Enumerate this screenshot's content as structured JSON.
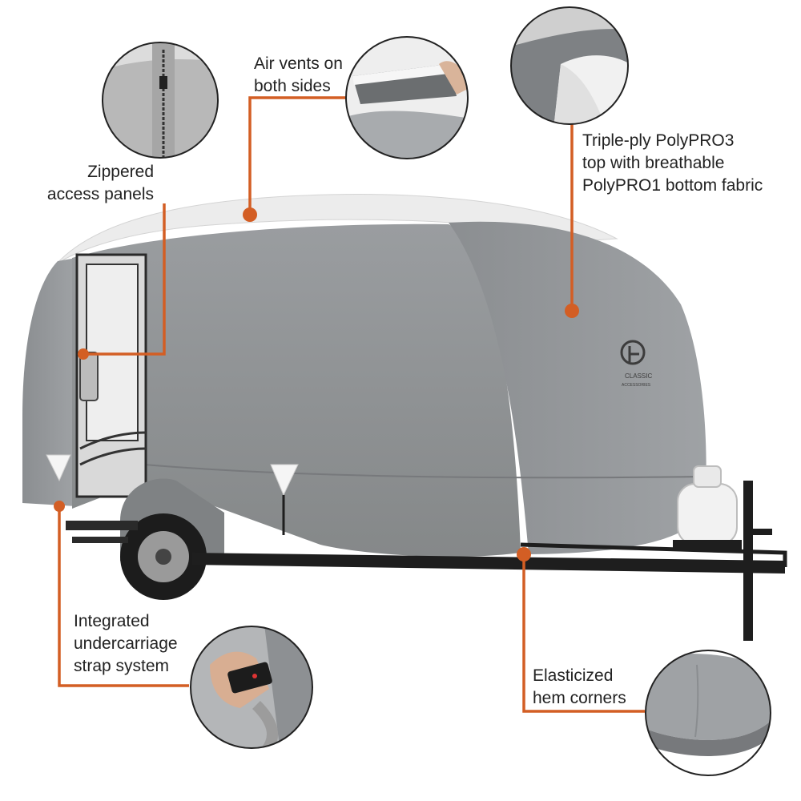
{
  "product": {
    "name": "Teardrop trailer cover",
    "brand_logo_text": "CLASSIC ACCESSORIES"
  },
  "colors": {
    "accent": "#D35E24",
    "cover_gray": "#8E9194",
    "cover_gray_light": "#A7AAAD",
    "top_white": "#EEEEEE",
    "frame_black": "#1E1E1E"
  },
  "callouts": {
    "zipper": {
      "line1": "Zippered",
      "line2": "access panels"
    },
    "vents": {
      "line1": "Air vents on",
      "line2": "both sides"
    },
    "fabric": {
      "line1": "Triple-ply PolyPRO3",
      "line2": "top with breathable",
      "line3": "PolyPRO1 bottom fabric"
    },
    "strap": {
      "line1": "Integrated",
      "line2": "undercarriage",
      "line3": "strap system"
    },
    "hem": {
      "line1": "Elasticized",
      "line2": "hem corners"
    }
  }
}
